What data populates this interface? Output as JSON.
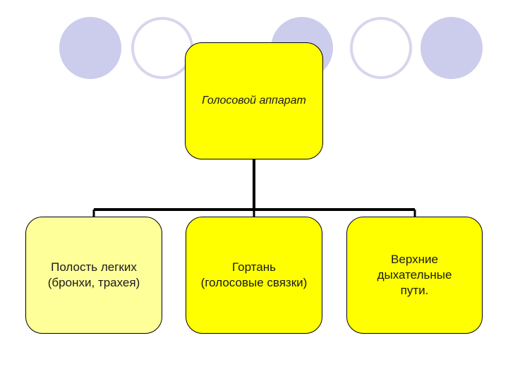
{
  "colors": {
    "decor_fill": "#ccccec",
    "decor_ring": "#d6d6ee",
    "root_fill": "#ffff00",
    "child_fill_light": "#ffff99",
    "child_fill": "#ffff00",
    "connector": "#000000"
  },
  "diagram": {
    "root": {
      "label": "Голосовой аппарат"
    },
    "children": [
      {
        "label": "Полость легких\n(бронхи, трахея)"
      },
      {
        "label": "Гортань\n(голосовые связки)"
      },
      {
        "label": "Верхние\nдыхательные\nпути."
      }
    ]
  }
}
